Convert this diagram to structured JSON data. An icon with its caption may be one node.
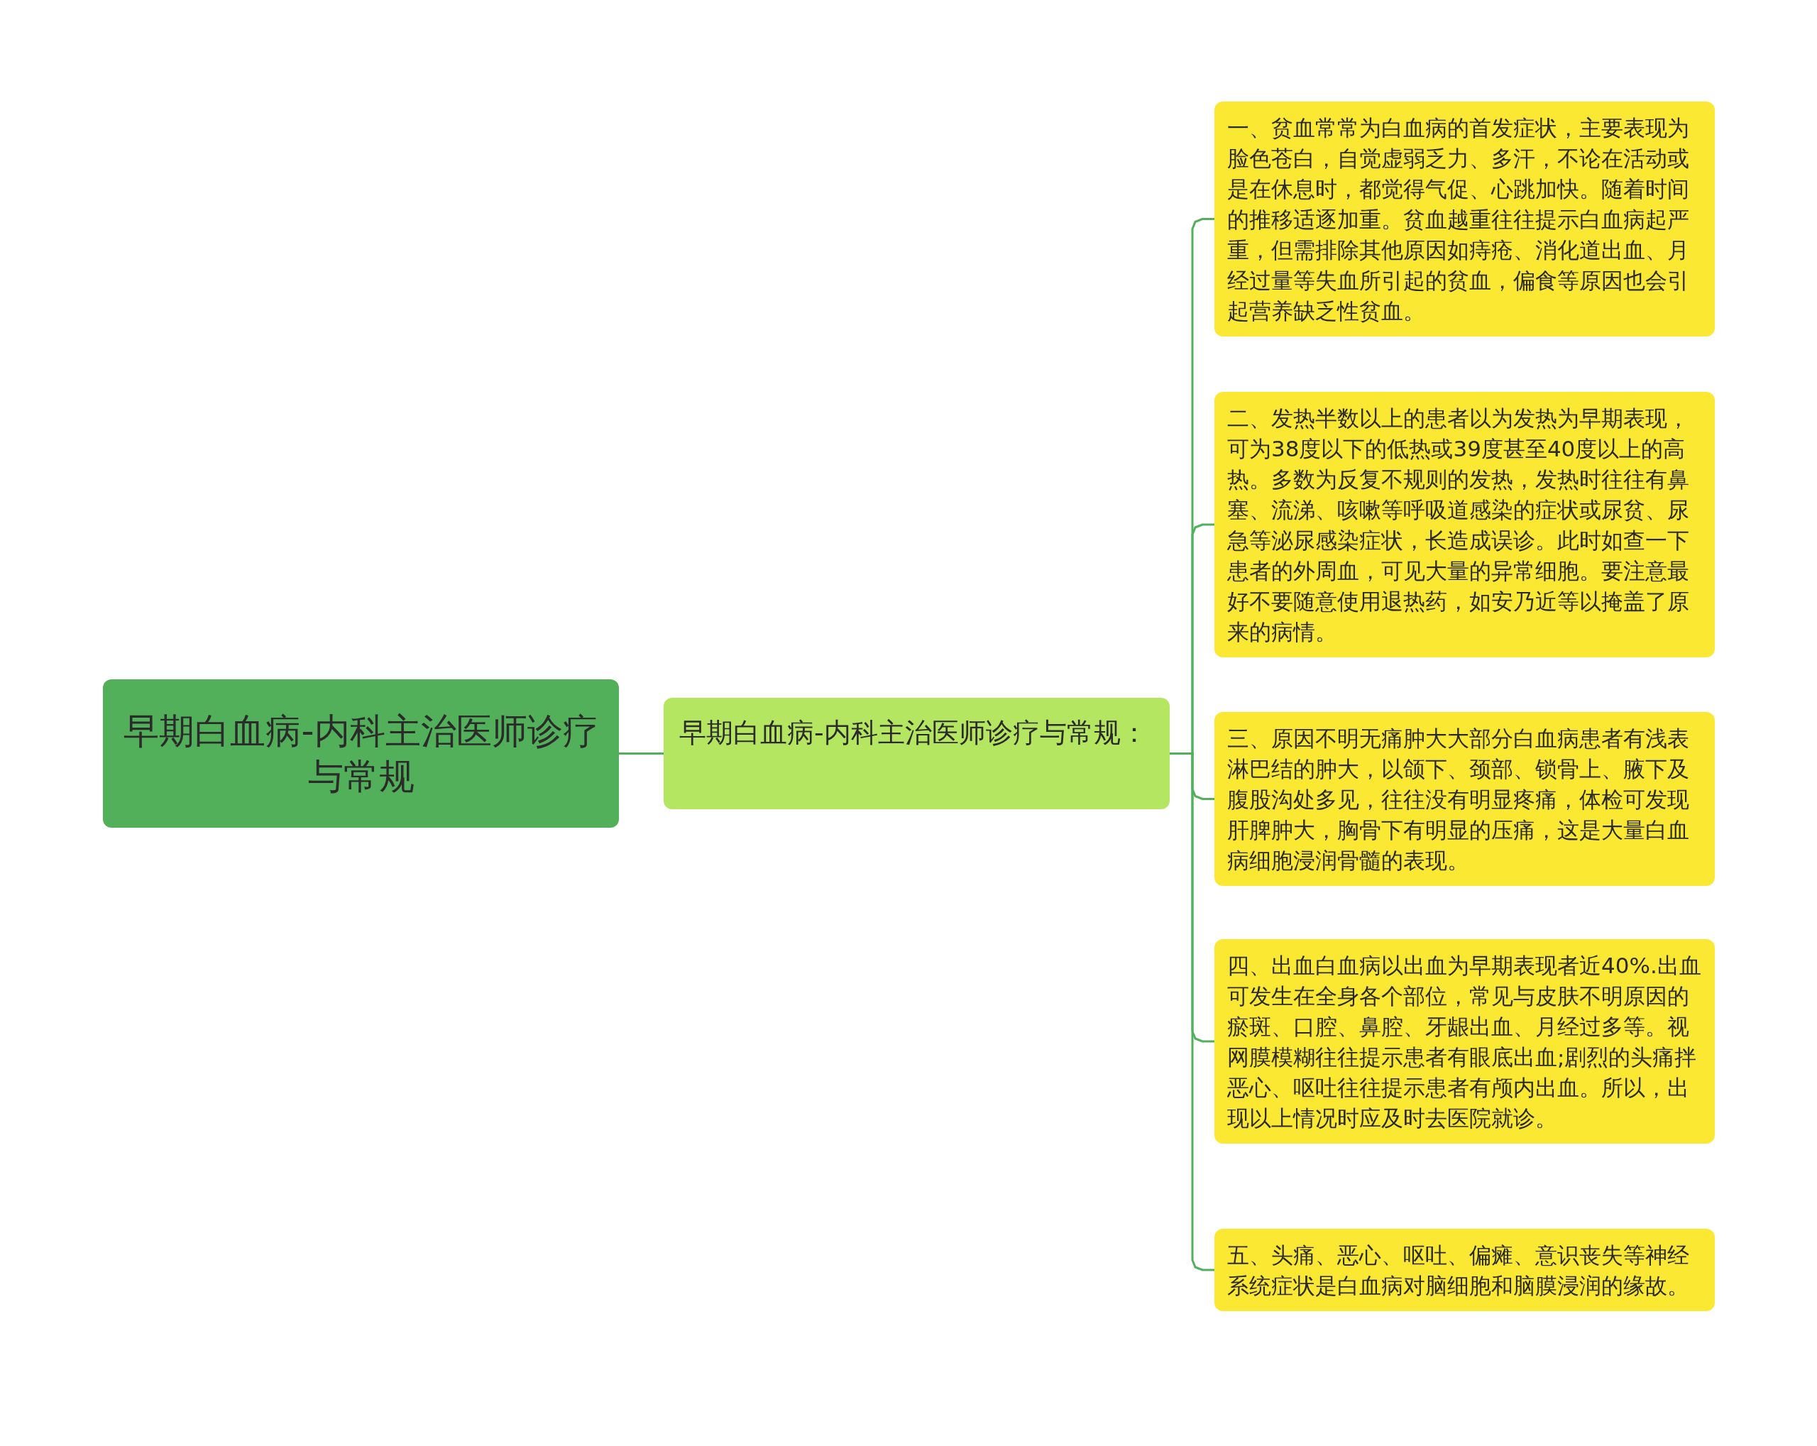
{
  "diagram": {
    "nodes": [
      {
        "text": [
          "早期白血病-内科主治医师诊疗与常规"
        ]
      },
      {
        "text": [
          "早期白血病-内科主治医师诊疗与常规："
        ]
      },
      {
        "text": [
          "一、贫血常常为白血病的首发症状，主要表现为脸色苍白，自觉虚弱乏力、多汗，不论在活动或是在休息时，都觉得气促、心跳加快。随着时间的推移适逐加重。贫血越重往往提示白血病起严重，但需排除其他原因如痔疮、消化道出血、月经过量等失血所引起的贫血，偏食等原因也会引起营养缺乏性贫血。"
        ]
      },
      {
        "text": [
          "二、发热半数以上的患者以为发热为早期表现，可为38度以下的低热或39度甚至40度以上的高热。多数为反复不规则的发热，发热时往往有鼻塞、流涕、咳嗽等呼吸道感染的症状或尿贫、尿急等泌尿感染症状，长造成误诊。此时如查一下患者的外周血，可见大量的异常细胞。要注意最好不要随意使用退热药，如安乃近等以掩盖了原来的病情。"
        ]
      },
      {
        "text": [
          "三、原因不明无痛肿大大部分白血病患者有浅表淋巴结的肿大，以颌下、颈部、锁骨上、腋下及腹股沟处多见，往往没有明显疼痛，体检可发现肝脾肿大，胸骨下有明显的压痛，这是大量白血病细胞浸润骨髓的表现。"
        ]
      },
      {
        "text": [
          "四、出血白血病以出血为早期表现者近40%.出血可发生在全身各个部位，常见与皮肤不明原因的瘀斑、口腔、鼻腔、牙龈出血、月经过多等。视网膜模糊往往提示患者有眼底出血;剧烈的头痛拌恶心、呕吐往往提示患者有颅内出血。所以，出现以上情况时应及时去医院就诊。"
        ]
      },
      {
        "text": [
          "五、头痛、恶心、呕吐、偏瘫、意识丧失等神经系统症状是白血病对脑细胞和脑膜浸润的缘故。"
        ]
      }
    ],
    "edges": [
      {
        "from": 0,
        "to": 1,
        "arrow": "none"
      },
      {
        "from": 1,
        "to": 2,
        "arrow": "none"
      },
      {
        "from": 1,
        "to": 3,
        "arrow": "none"
      },
      {
        "from": 1,
        "to": 4,
        "arrow": "none"
      },
      {
        "from": 1,
        "to": 5,
        "arrow": "none"
      },
      {
        "from": 1,
        "to": 6,
        "arrow": "none"
      }
    ]
  }
}
